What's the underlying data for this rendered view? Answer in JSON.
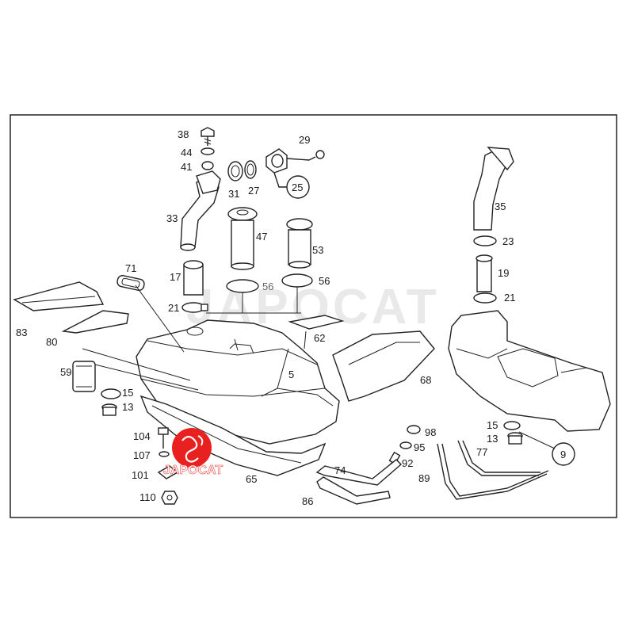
{
  "watermark": {
    "text": "JAPOCAT"
  },
  "logo": {
    "text": "JAPOCAT",
    "color": "#e8201f"
  },
  "callouts": {
    "c38": "38",
    "c44": "44",
    "c41": "41",
    "c29": "29",
    "c31": "31",
    "c27": "27",
    "c25": "25",
    "c33": "33",
    "c47": "47",
    "c53": "53",
    "c17": "17",
    "c56a": "56",
    "c56b": "56",
    "c71": "71",
    "c21a": "21",
    "c83": "83",
    "c80": "80",
    "c62": "62",
    "c5": "5",
    "c59": "59",
    "c15a": "15",
    "c13a": "13",
    "c104": "104",
    "c107": "107",
    "c101": "101",
    "c110": "110",
    "c65": "65",
    "c35": "35",
    "c23": "23",
    "c19": "19",
    "c21b": "21",
    "c68": "68",
    "c98": "98",
    "c95": "95",
    "c92": "92",
    "c74": "74",
    "c86": "86",
    "c89": "89",
    "c77": "77",
    "c15b": "15",
    "c13b": "13",
    "c9": "9"
  }
}
